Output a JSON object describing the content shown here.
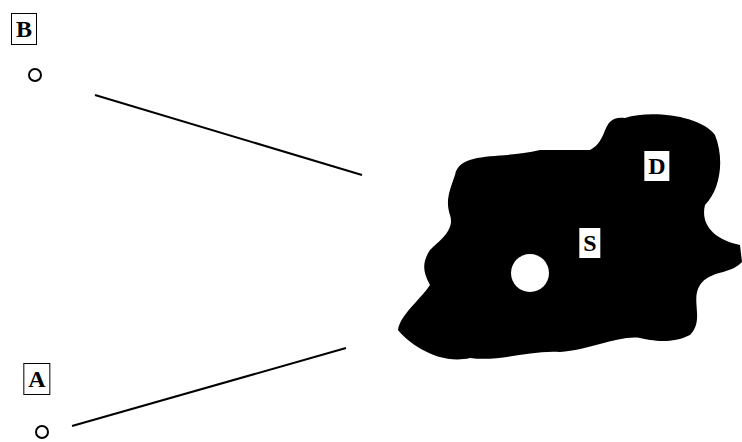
{
  "diagram": {
    "labels": [
      "B",
      "A",
      "S",
      "D"
    ]
  }
}
